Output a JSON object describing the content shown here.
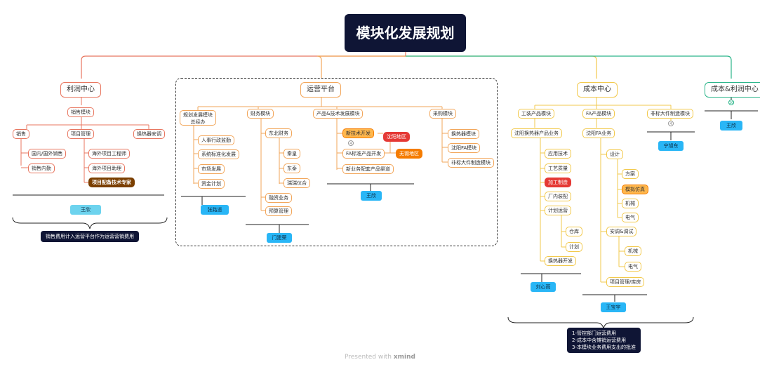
{
  "title": "模块化发展规划",
  "branches": {
    "profit": {
      "label": "利润中心",
      "sales_module": "销售模块",
      "sales": "销售",
      "domestic_foreign_sales": "国内/国外销售",
      "sales_internal": "销售内勤",
      "project_mgmt": "项目管理",
      "overseas_engineer": "海外项目工程师",
      "overseas_assistant": "海外项目助理",
      "tech_expert": "项目配备技术专家",
      "after_sales": "换热器安调",
      "person": "王欣",
      "note": "销售费用计入运营平台作为运营营销费用"
    },
    "ops": {
      "label": "运营平台",
      "planning": "规划发展模块",
      "planning_sub": "总经办",
      "hr": "人事行政监勤",
      "system": "系统标准化发展",
      "market": "市场发展",
      "fund": "资金计划",
      "person_planning": "张路遥",
      "finance": "财务模块",
      "northeast_finance": "东北财务",
      "qinhuang": "秦皇",
      "dongtai": "东泰",
      "vendor": "瑞瑞仪合",
      "fin_business": "融资业务",
      "budget": "预算管理",
      "person_finance": "门建荣",
      "product_tech": "产品&技术发展模块",
      "new_tech": "新技术开发",
      "shenyang_area": "沈阳地区",
      "fa_product": "FA标准产品开发",
      "wuxi_area": "无锡地区",
      "new_business": "新业务配套产品渠道",
      "person_product": "王欣",
      "procurement": "采购模块",
      "exchanger_module": "换热器模块",
      "shenyang_fa": "沈阳FA模块",
      "nonstd": "非标大件制造模块"
    },
    "cost": {
      "label": "成本中心",
      "equipment": "工装产品模块",
      "shenyang_exchanger": "沈阳换热器产品业务",
      "app_tech": "应用技术",
      "process_quality": "工艺质量",
      "machining": "加工制造",
      "assembly": "厂内装配",
      "plan_ops": "计划运营",
      "warehouse": "仓库",
      "plan": "计划",
      "exchanger_dev": "换热器开发",
      "person_equipment": "刘心雨",
      "fa_product": "FA产品模块",
      "shenyang_fa": "沈阳FA业务",
      "design": "设计",
      "scheme": "方案",
      "simulation": "模拟仿真",
      "mechanical": "机械",
      "electrical": "电气",
      "install": "安调&调试",
      "install_mech": "机械",
      "install_elec": "电气",
      "project_warehouse": "项目管理/库房",
      "person_fa": "王宝宇",
      "nonstd": "非标大件制造模块",
      "person_nonstd": "宁旭东",
      "notes": [
        "1-管控部门运营费用",
        "2-成本中含摊销运营费用",
        "3-本模块业务费用支出的批准"
      ]
    },
    "cost_profit": {
      "label": "成本&利润中心",
      "person": "王欣"
    }
  },
  "watermark_prefix": "Presented with",
  "watermark_brand": "xmind",
  "colors": {
    "profit": "#e8765f",
    "ops": "#f2a65a",
    "cost": "#f2c94c",
    "cost_profit": "#2bb58a",
    "root_bg": "#0f1535"
  }
}
